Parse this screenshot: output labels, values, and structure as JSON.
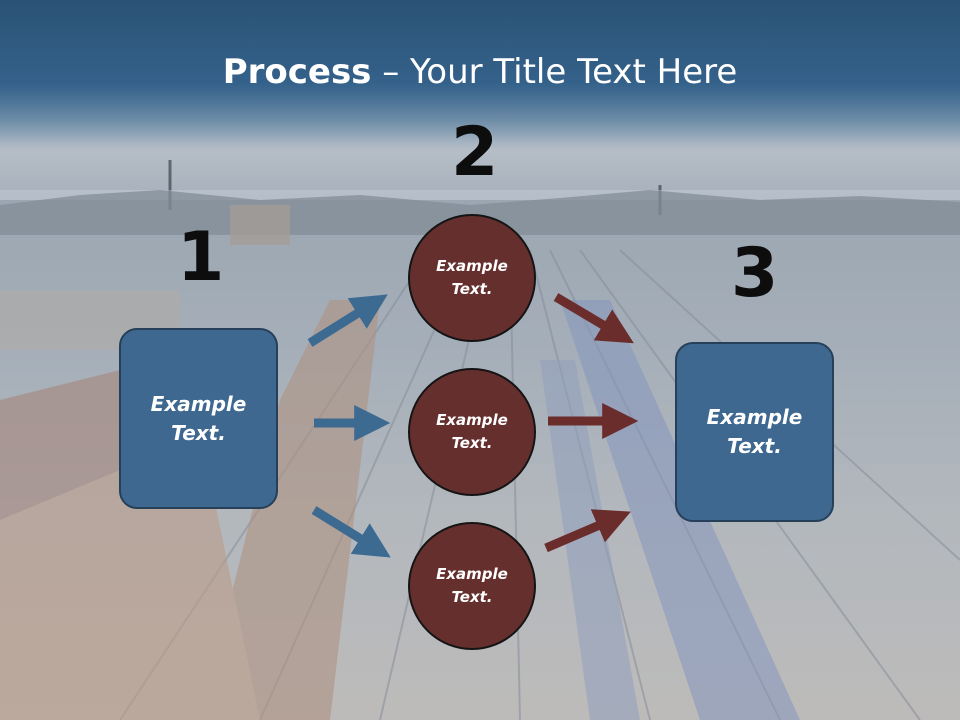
{
  "slide": {
    "title_bold": "Process",
    "title_rest": " – Your Title Text Here"
  },
  "steps": {
    "one": "1",
    "two": "2",
    "three": "3"
  },
  "left_box": {
    "text": "Example\nText."
  },
  "circles": [
    {
      "text": "Example\nText."
    },
    {
      "text": "Example\nText."
    },
    {
      "text": "Example\nText."
    }
  ],
  "right_box": {
    "text": "Example\nText."
  },
  "colors": {
    "box_fill": "#3e6890",
    "circle_fill": "#652f2e",
    "arrow_blue": "#3d6a91",
    "arrow_red": "#6a2d2c"
  }
}
